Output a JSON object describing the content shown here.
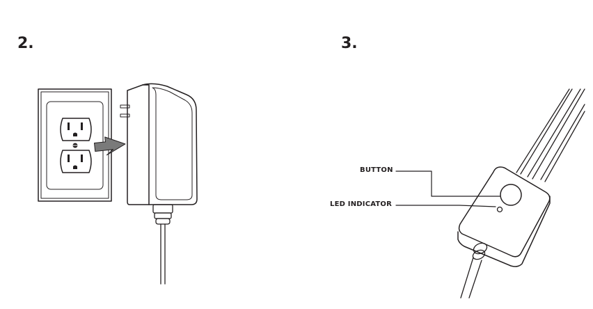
{
  "steps": [
    {
      "number": "2."
    },
    {
      "number": "3."
    }
  ],
  "callouts": {
    "button": "BUTTON",
    "led": "LED INDICATOR"
  },
  "colors": {
    "line": "#231f20",
    "arrow_fill": "#7a7a7a"
  }
}
